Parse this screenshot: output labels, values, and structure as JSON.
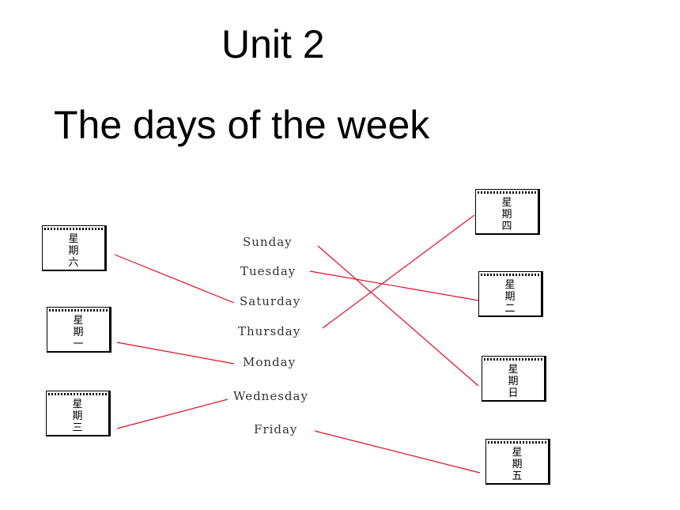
{
  "header": {
    "unit": "Unit 2",
    "subtitle": "The days of the week"
  },
  "words": [
    "Sunday",
    "Tuesday",
    "Saturday",
    "Thursday",
    "Monday",
    "Wednesday",
    "Friday"
  ],
  "calendars": {
    "left": [
      {
        "line1": "星",
        "line2": "期",
        "line3": "六"
      },
      {
        "line1": "星",
        "line2": "期",
        "line3": "一"
      },
      {
        "line1": "星",
        "line2": "期",
        "line3": "三"
      }
    ],
    "right": [
      {
        "line1": "星",
        "line2": "期",
        "line3": "四"
      },
      {
        "line1": "星",
        "line2": "期",
        "line3": "二"
      },
      {
        "line1": "星",
        "line2": "期",
        "line3": "日"
      },
      {
        "line1": "星",
        "line2": "期",
        "line3": "五"
      }
    ]
  },
  "line_color": "#e0102a",
  "matches": [
    {
      "word": "Sunday",
      "card": "星期日"
    },
    {
      "word": "Tuesday",
      "card": "星期二"
    },
    {
      "word": "Saturday",
      "card": "星期六"
    },
    {
      "word": "Thursday",
      "card": "星期四"
    },
    {
      "word": "Monday",
      "card": "星期一"
    },
    {
      "word": "Wednesday",
      "card": "星期三"
    },
    {
      "word": "Friday",
      "card": "星期五"
    }
  ]
}
